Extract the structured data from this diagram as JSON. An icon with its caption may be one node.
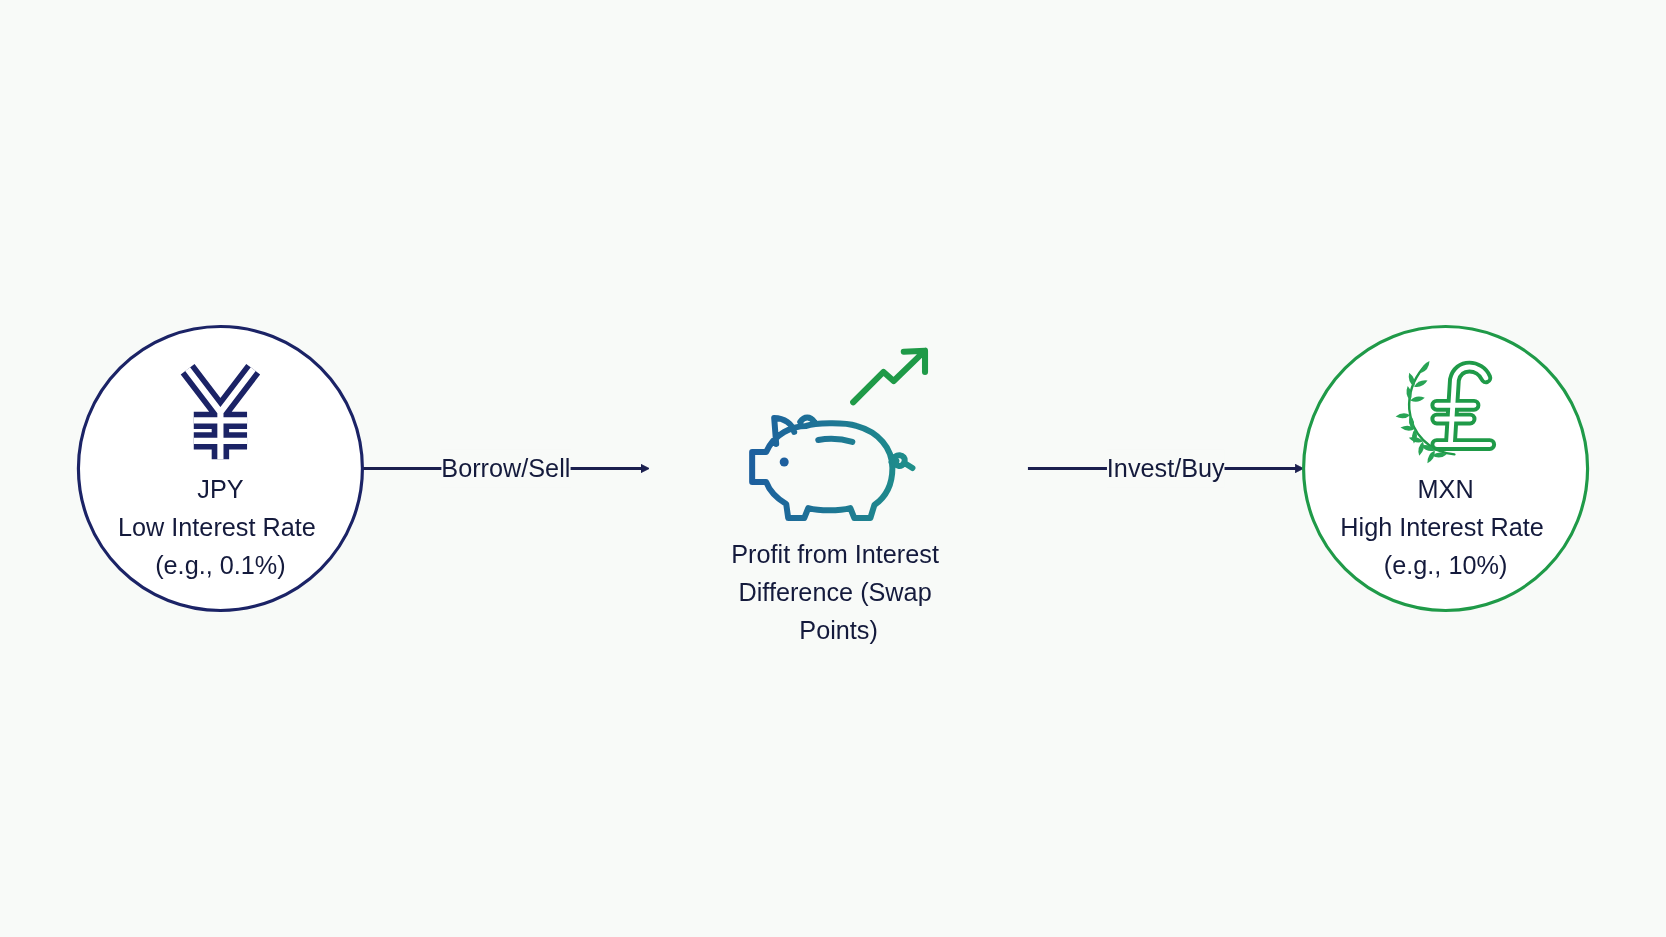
{
  "diagram": {
    "nodes": [
      {
        "text": [
          "JPY",
          "Low Interest Rate (e.g., 0.1%)"
        ]
      },
      {
        "text": [
          "Profit from Interest Difference (Swap Points)"
        ]
      },
      {
        "text": [
          "MXN",
          "High Interest Rate (e.g., 10%)"
        ]
      }
    ],
    "edges": [
      {
        "from": 0,
        "to": 1,
        "arrow": "to",
        "label": "Borrow/Sell"
      },
      {
        "from": 1,
        "to": 2,
        "arrow": "to",
        "label": "Invest/Buy"
      }
    ]
  }
}
